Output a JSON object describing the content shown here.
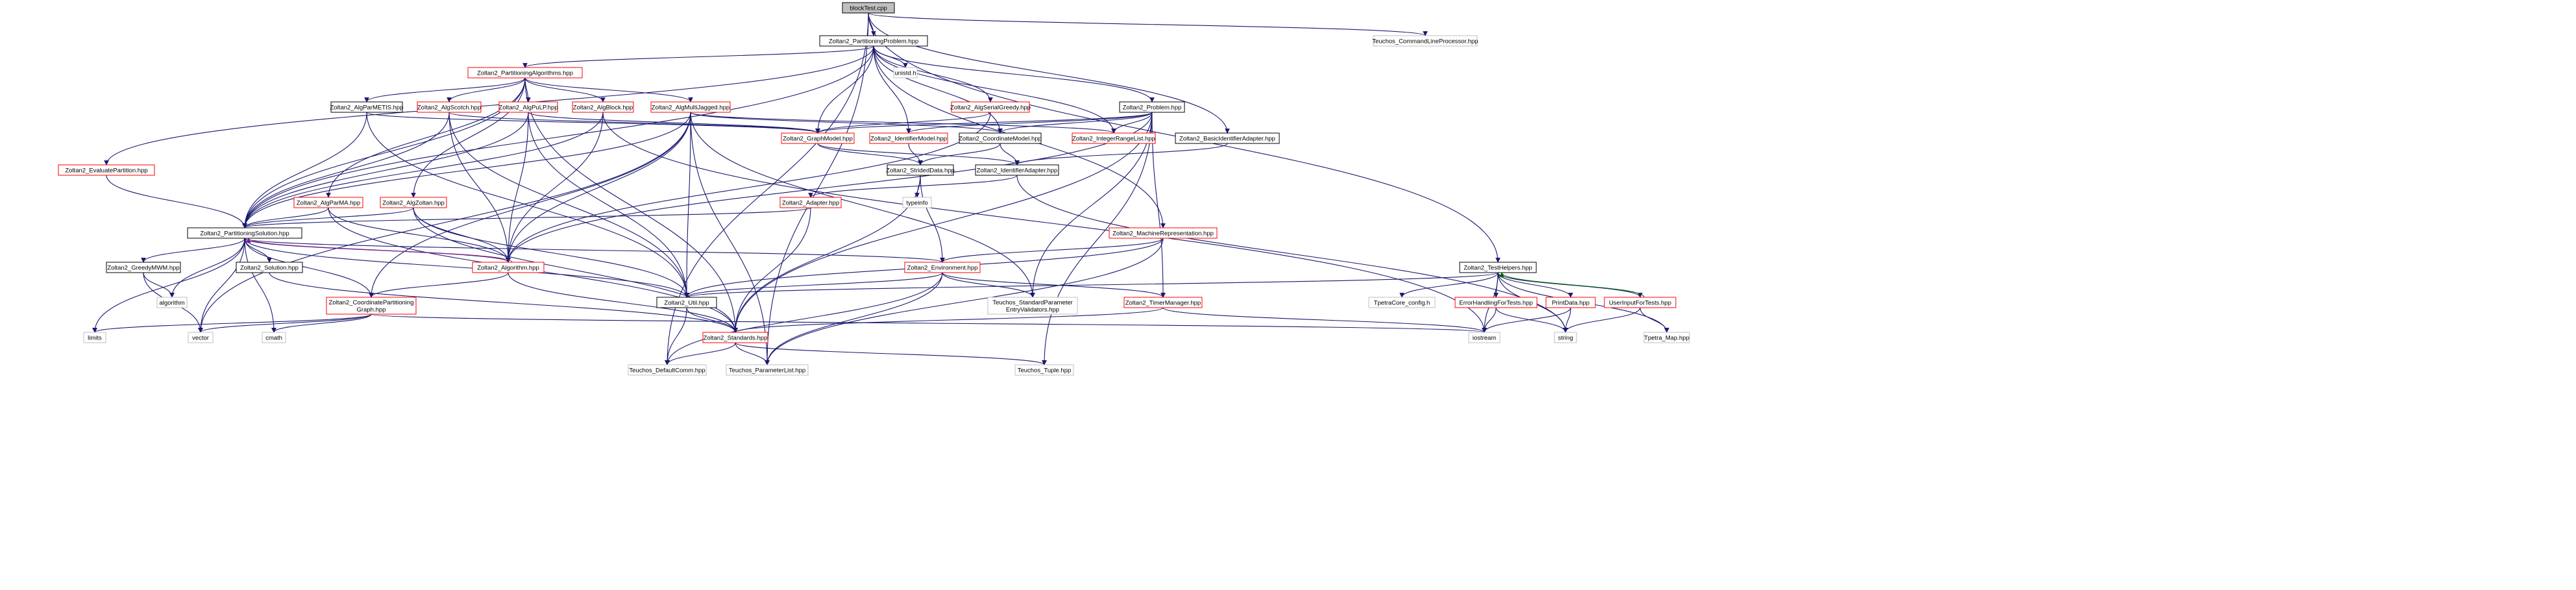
{
  "colors": {
    "root_fill": "#bfbfbf",
    "doc_border": "#000000",
    "missing_border": "#ff0000",
    "external_border": "#bfbfbf",
    "edge_default": "#191970",
    "edge_green": "#006400",
    "edge_purple": "#8b1a89"
  },
  "nodes": {
    "blocktest": "blockTest.cpp",
    "partitioningproblem": "Zoltan2_PartitioningProblem.hpp",
    "teuchos_clp": "Teuchos_CommandLineProcessor.hpp",
    "partitioningalgorithms": "Zoltan2_PartitioningAlgorithms.hpp",
    "unistd": "unistd.h",
    "algserialgreedy": "Zoltan2_AlgSerialGreedy.hpp",
    "problem": "Zoltan2_Problem.hpp",
    "algparmetis": "Zoltan2_AlgParMETIS.hpp",
    "algscotch": "Zoltan2_AlgScotch.hpp",
    "algpulp": "Zoltan2_AlgPuLP.hpp",
    "algblock": "Zoltan2_AlgBlock.hpp",
    "algmultijagged": "Zoltan2_AlgMultiJagged.hpp",
    "graphmodel": "Zoltan2_GraphModel.hpp",
    "identifiermodel": "Zoltan2_IdentifierModel.hpp",
    "coordinatemodel": "Zoltan2_CoordinateModel.hpp",
    "integerrangelist": "Zoltan2_IntegerRangeList.hpp",
    "basicidentifieradapter": "Zoltan2_BasicIdentifierAdapter.hpp",
    "evaluatepartition": "Zoltan2_EvaluatePartition.hpp",
    "strideddata": "Zoltan2_StridedData.hpp",
    "identifieradapter": "Zoltan2_IdentifierAdapter.hpp",
    "typeinfo": "typeinfo",
    "adapter": "Zoltan2_Adapter.hpp",
    "algparma": "Zoltan2_AlgParMA.hpp",
    "algzoltan": "Zoltan2_AlgZoltan.hpp",
    "partitioningsolution": "Zoltan2_PartitioningSolution.hpp",
    "machinerepresentation": "Zoltan2_MachineRepresentation.hpp",
    "greedymwm": "Zoltan2_GreedyMWM.hpp",
    "solution": "Zoltan2_Solution.hpp",
    "algorithm_hpp": "Zoltan2_Algorithm.hpp",
    "environment": "Zoltan2_Environment.hpp",
    "testhelpers": "Zoltan2_TestHelpers.hpp",
    "algorithm": "algorithm",
    "coordinatepartitioninggraph_1": "Zoltan2_CoordinatePartitioning",
    "coordinatepartitioninggraph_2": "Graph.hpp",
    "util": "Zoltan2_Util.hpp",
    "teuchos_spev_1": "Teuchos_StandardParameter",
    "teuchos_spev_2": "EntryValidators.hpp",
    "timermanager": "Zoltan2_TimerManager.hpp",
    "tpetracore_config": "TpetraCore_config.h",
    "errorhandlingfortests": "ErrorHandlingForTests.hpp",
    "printdata": "PrintData.hpp",
    "userinputfortests": "UserInputForTests.hpp",
    "limits": "limits",
    "vector": "vector",
    "cmath": "cmath",
    "standards": "Zoltan2_Standards.hpp",
    "iostream": "iostream",
    "string": "string",
    "tpetra_map": "Tpetra_Map.hpp",
    "teuchos_defaultcomm": "Teuchos_DefaultComm.hpp",
    "teuchos_parameterlist": "Teuchos_ParameterList.hpp",
    "teuchos_tuple": "Teuchos_Tuple.hpp"
  }
}
